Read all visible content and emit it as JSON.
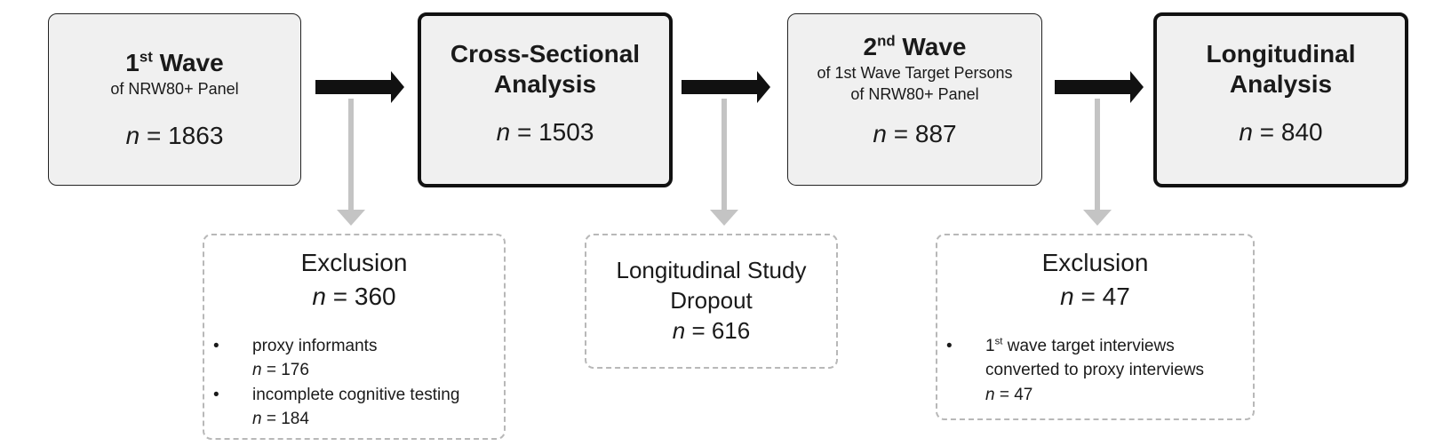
{
  "boxes": {
    "wave1": {
      "title": "1",
      "title_sup": "st",
      "title_rest": " Wave",
      "subtitle": "of NRW80+ Panel",
      "n_label": "n",
      "n_value": " = 1863"
    },
    "cross": {
      "line1": "Cross-Sectional",
      "line2": "Analysis",
      "n_label": "n",
      "n_value": " = 1503"
    },
    "wave2": {
      "title": "2",
      "title_sup": "nd",
      "title_rest": " Wave",
      "subtitle1": "of 1st Wave Target Persons",
      "subtitle2": "of NRW80+ Panel",
      "n_label": "n",
      "n_value": " = 887"
    },
    "long": {
      "line1": "Longitudinal",
      "line2": "Analysis",
      "n_label": "n",
      "n_value": " = 840"
    }
  },
  "exclusions": {
    "ex1": {
      "title": "Exclusion",
      "n_label": "n",
      "n_value": " = 360",
      "items": [
        {
          "text": "proxy informants",
          "n_label": "n",
          "n_value": " = 176"
        },
        {
          "text": "incomplete cognitive testing",
          "n_label": "n",
          "n_value": " = 184"
        }
      ]
    },
    "dropout": {
      "line1": "Longitudinal Study",
      "line2": "Dropout",
      "n_label": "n",
      "n_value": " = 616"
    },
    "ex2": {
      "title": "Exclusion",
      "n_label": "n",
      "n_value": " = 47",
      "item_prefix": "1",
      "item_sup": "st",
      "item_line1": " wave target interviews",
      "item_line2": "converted to proxy interviews",
      "item_n_label": "n",
      "item_n_value": " = 47"
    }
  },
  "bullet": "•",
  "colors": {
    "box_fill": "#f0f0f0",
    "main_arrow": "#111111",
    "side_arrow": "#c4c4c4",
    "dashed_border": "#b8b8b8"
  }
}
